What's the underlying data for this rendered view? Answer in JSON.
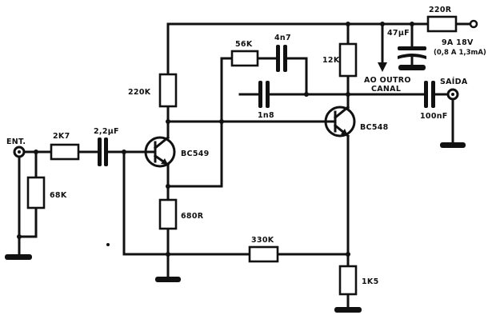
{
  "labels": {
    "input": "ENT.",
    "r_2k7": "2K7",
    "c_2u2": "2,2µF",
    "r_68k": "68K",
    "r_220k": "220K",
    "q1": "BC549",
    "r_680r": "680R",
    "r_56k": "56K",
    "c_4n7": "4n7",
    "c_1n8": "1n8",
    "r_12k": "12K",
    "q2": "BC548",
    "r_330k": "330K",
    "r_1k5": "1K5",
    "c_47uf": "47µF",
    "r_220r": "220R",
    "supply_voltage": "9A 18V",
    "supply_current": "(0,8 A 1,3mA)",
    "other_channel_line1": "AO OUTRO",
    "other_channel_line2": "CANAL",
    "output": "SAÍDA",
    "c_100nf": "100nF"
  }
}
